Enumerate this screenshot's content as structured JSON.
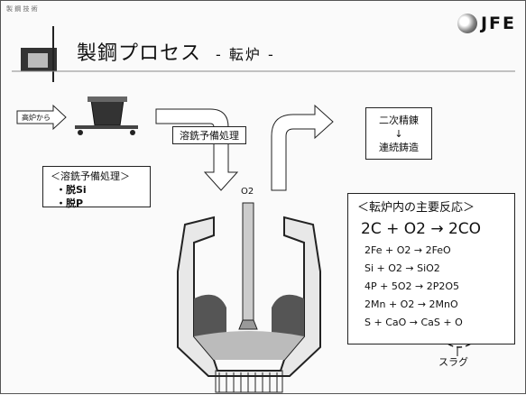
{
  "corner_text": "製 鋼 技 術",
  "logo_text": "JFE",
  "title": "製鋼プロセス",
  "subtitle": "- 転炉 -",
  "flow": {
    "from_blast_furnace": "高炉から",
    "hot_metal_pretreatment": "溶銑予備処理",
    "secondary_refining": "二次精錬",
    "arrow": "↓",
    "continuous_casting": "連続鋳造"
  },
  "pretreatment_box": {
    "title": "＜溶銑予備処理＞",
    "items": [
      "・脱Si",
      "・脱P"
    ]
  },
  "o2_label": "O2",
  "reactions": {
    "title": "＜転炉内の主要反応＞",
    "main": "2C + O2 → 2CO",
    "lines": [
      "2Fe + O2 → 2FeO",
      "Si + O2 → SiO2",
      "4P + 5O2 → 2P2O5",
      "2Mn + O2 → 2MnO",
      "S + CaO → CaS + O"
    ]
  },
  "slag_label": "スラグ"
}
